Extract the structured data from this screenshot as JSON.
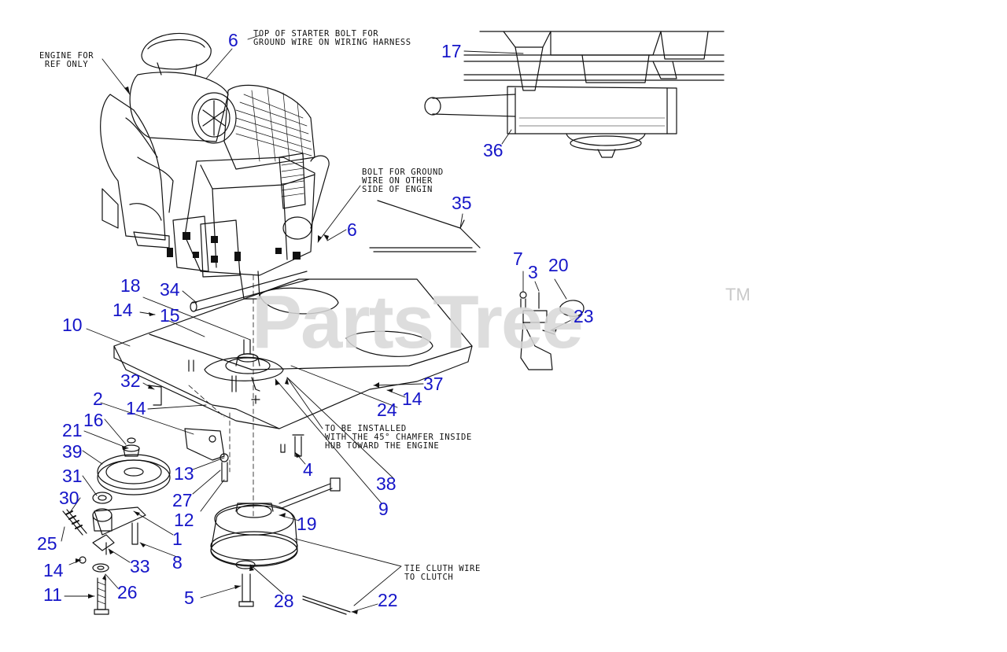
{
  "colors": {
    "callout": "#1515c8",
    "line": "#111111",
    "watermark": "#d8d8d8"
  },
  "watermark": {
    "text": "PartsTree",
    "tm": "TM"
  },
  "notes": {
    "engine_ref": "ENGINE FOR\nREF ONLY",
    "starter_bolt": "TOP OF STARTER BOLT FOR\nGROUND WIRE ON WIRING HARNESS",
    "ground_bolt": "BOLT FOR GROUND\nWIRE ON OTHER\nSIDE OF ENGIN",
    "install": "TO BE INSTALLED\nWITH THE 45° CHAMFER INSIDE\nHUB TOWARD THE ENGINE",
    "tie_wire": "TIE CLUTH WIRE\nTO CLUTCH"
  },
  "callouts": {
    "c6a": "6",
    "c17": "17",
    "c36": "36",
    "c35": "35",
    "c6b": "6",
    "c7": "7",
    "c3": "3",
    "c20": "20",
    "c23": "23",
    "c18": "18",
    "c34": "34",
    "c14a": "14",
    "c15": "15",
    "c10": "10",
    "c37": "37",
    "c32": "32",
    "c14b": "14",
    "c24": "24",
    "c14c": "14",
    "c2": "2",
    "c16": "16",
    "c21": "21",
    "c39": "39",
    "c13": "13",
    "c4": "4",
    "c31": "31",
    "c27": "27",
    "c38": "38",
    "c30": "30",
    "c12": "12",
    "c9": "9",
    "c19": "19",
    "c25": "25",
    "c1": "1",
    "c8": "8",
    "c14d": "14",
    "c33": "33",
    "c26": "26",
    "c11": "11",
    "c5": "5",
    "c28": "28",
    "c22": "22"
  }
}
